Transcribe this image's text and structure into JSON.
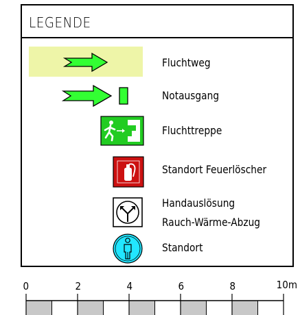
{
  "legend": {
    "title": "LEGENDE",
    "items": [
      {
        "label": "Fluchtweg",
        "icon": "green-arrow-icon"
      },
      {
        "label": "Notausgang",
        "icon": "emergency-exit-icon"
      },
      {
        "label": "Fluchttreppe",
        "icon": "escape-stairs-icon"
      },
      {
        "label": "Standort Feuerlöscher",
        "icon": "fire-extinguisher-icon"
      },
      {
        "label_line1": "Handauslösung",
        "label_line2": "Rauch-Wärme-Abzug",
        "icon": "smoke-vent-release-icon"
      },
      {
        "label": "Standort",
        "icon": "standort-person-icon"
      }
    ]
  },
  "scale": {
    "ticks": [
      "0",
      "2",
      "4",
      "6",
      "8",
      "10m"
    ]
  },
  "colors": {
    "arrow_green": "#33ff33",
    "highlight": "#eef5a8",
    "sign_green": "#22cc22",
    "extinguisher_red": "#cc1111",
    "standort_cyan": "#22e6ff",
    "scale_gray": "#c8c8c8"
  }
}
